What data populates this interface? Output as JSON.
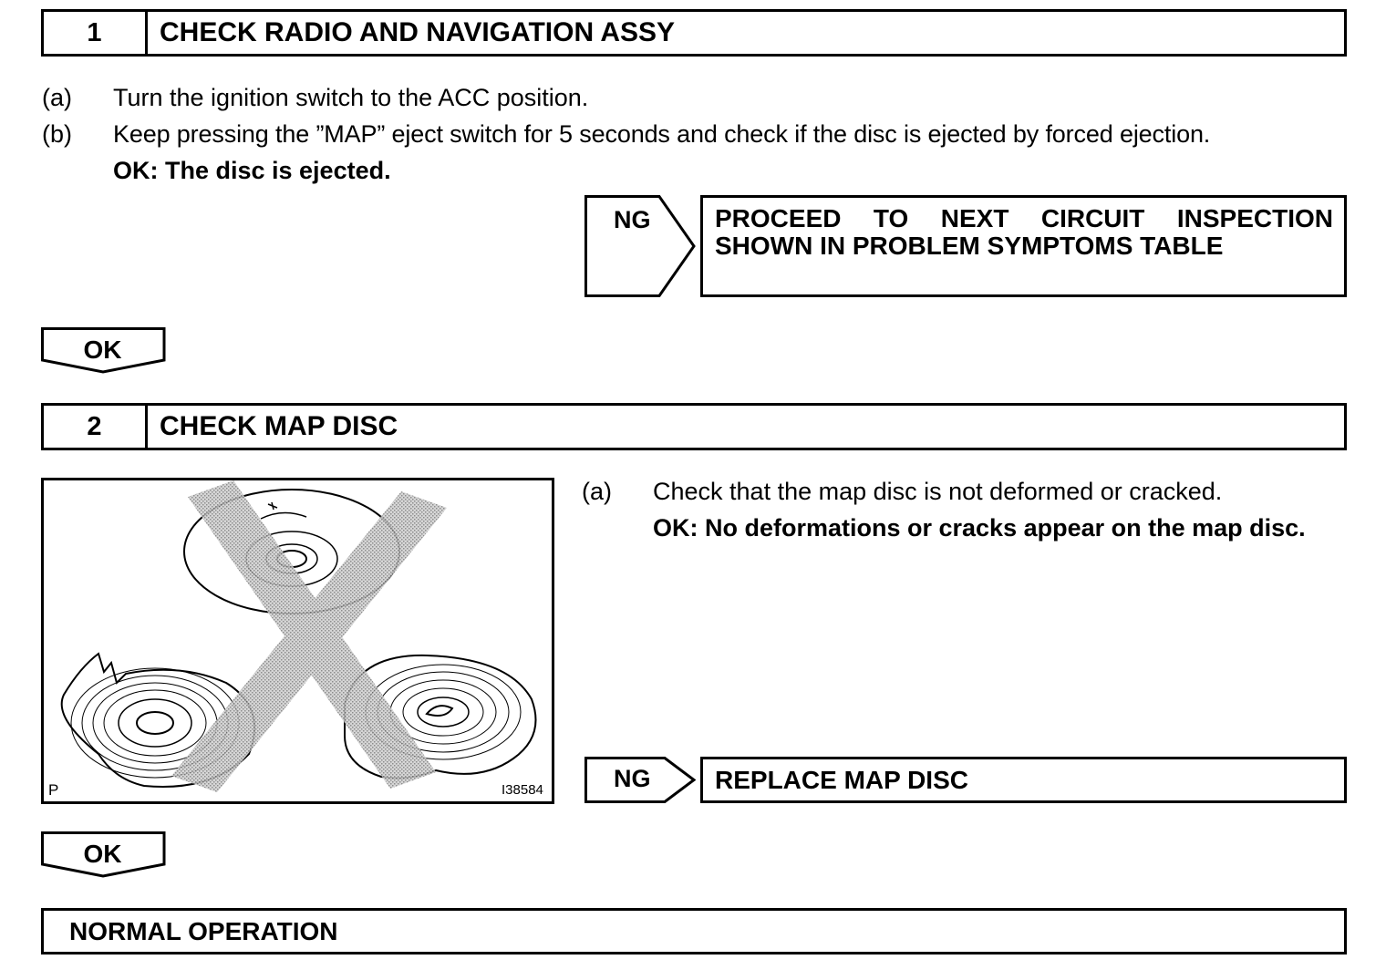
{
  "step1": {
    "number": "1",
    "title": "CHECK RADIO AND NAVIGATION ASSY",
    "instructions": [
      {
        "label": "(a)",
        "text": "Turn the ignition switch to the ACC position."
      },
      {
        "label": "(b)",
        "text": "Keep pressing the ”MAP” eject switch for 5 seconds and check if the disc is ejected by forced ejection."
      }
    ],
    "ok_criteria": "OK: The disc is ejected.",
    "ng": {
      "label": "NG",
      "result_line1": "PROCEED TO NEXT CIRCUIT INSPECTION",
      "result_line2": "SHOWN IN PROBLEM SYMPTOMS TABLE"
    },
    "ok_label": "OK"
  },
  "step2": {
    "number": "2",
    "title": "CHECK MAP DISC",
    "instructions": [
      {
        "label": "(a)",
        "text": "Check that the map disc is not deformed or cracked."
      }
    ],
    "ok_criteria": "OK: No deformations or cracks appear on the map disc.",
    "figure": {
      "corner_letter": "P",
      "code": "I38584"
    },
    "ng": {
      "label": "NG",
      "result": "REPLACE MAP DISC"
    },
    "ok_label": "OK"
  },
  "final": {
    "title": "NORMAL OPERATION"
  }
}
